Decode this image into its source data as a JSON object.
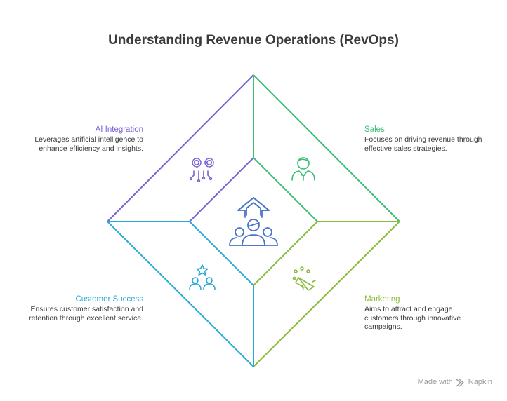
{
  "title": "Understanding Revenue Operations (RevOps)",
  "colors": {
    "ai": "#7b5fd6",
    "sales": "#3cbd74",
    "marketing": "#8abb3c",
    "customer": "#28a9d6",
    "center": "#4a74c9"
  },
  "sections": {
    "ai": {
      "title": "AI Integration",
      "description": [
        "Leverages artificial intelligence to",
        "enhance efficiency and insights."
      ],
      "icon": "gears-circuit-icon"
    },
    "sales": {
      "title": "Sales",
      "description": [
        "Focuses on driving revenue through",
        "effective sales strategies."
      ],
      "icon": "salesperson-icon"
    },
    "customer": {
      "title": "Customer Success",
      "description": [
        "Ensures customer satisfaction and",
        "retention through excellent service."
      ],
      "icon": "customers-star-icon"
    },
    "marketing": {
      "title": "Marketing",
      "description": [
        "Aims to attract and engage",
        "customers through innovative",
        "campaigns."
      ],
      "icon": "megaphone-icon"
    }
  },
  "center_icon": "team-growth-icon",
  "footer": {
    "text": "Made with",
    "brand": "Napkin"
  }
}
